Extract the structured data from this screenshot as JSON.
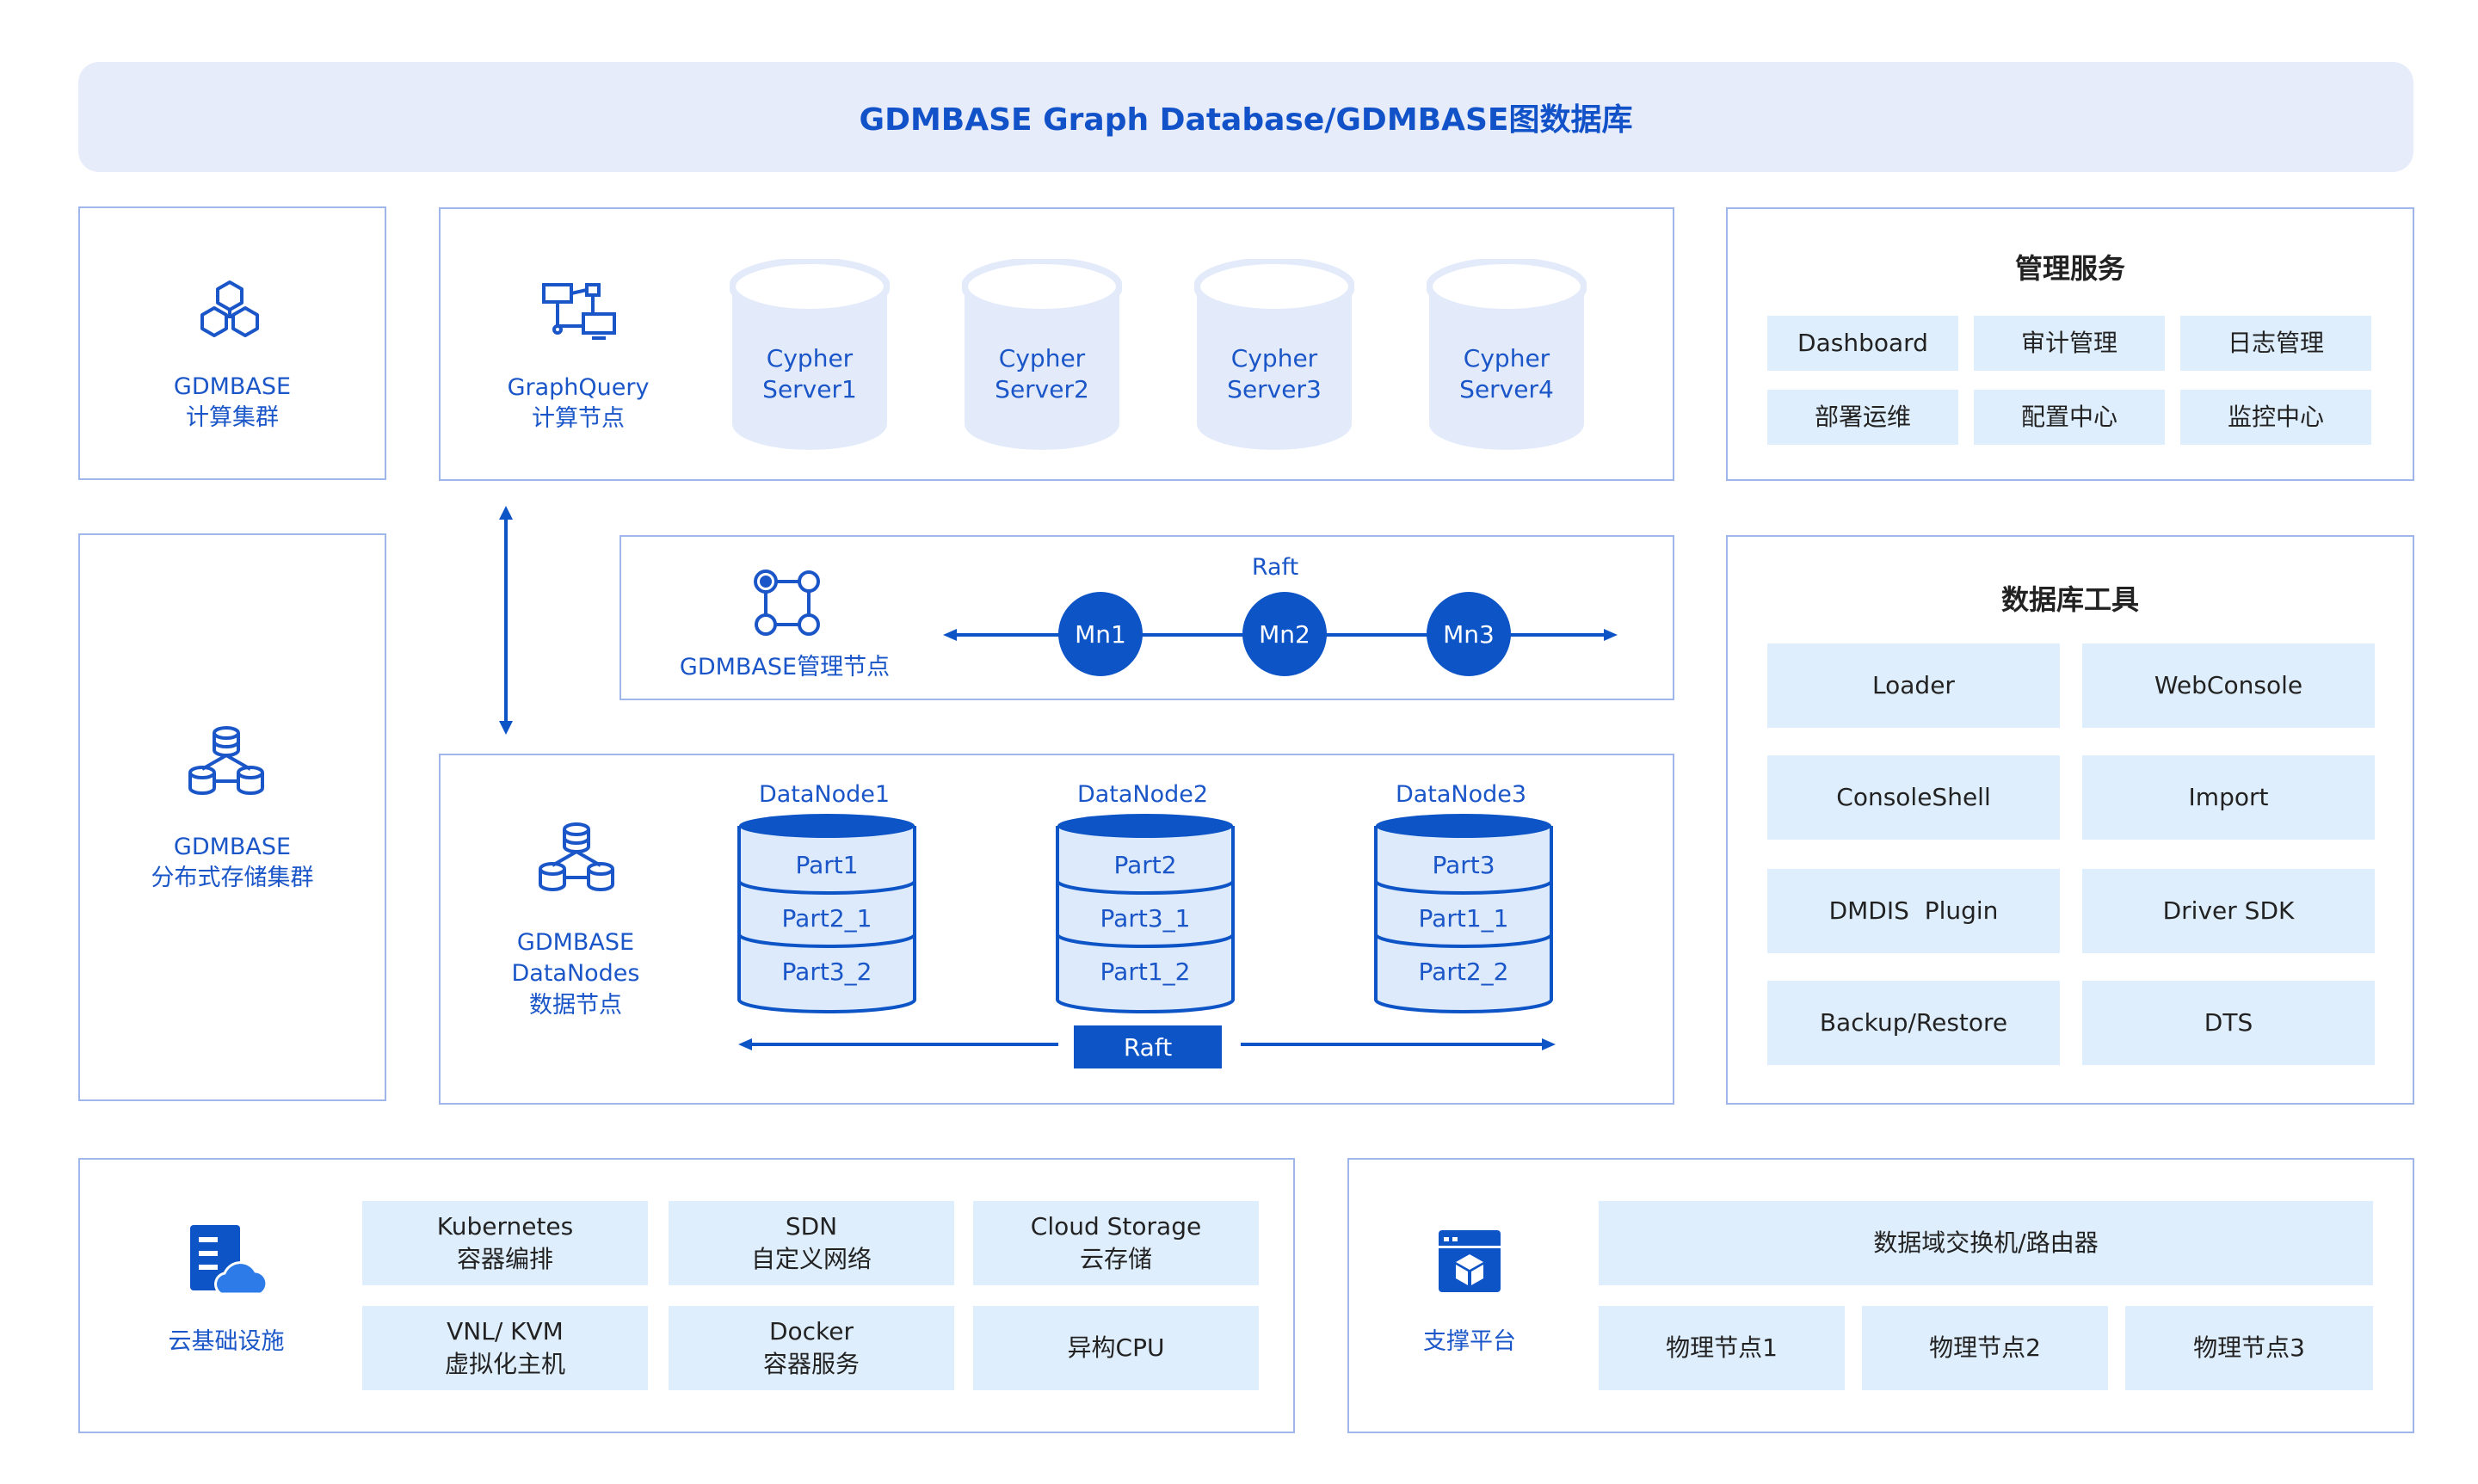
{
  "title": "GDMBASE Graph Database/GDMBASE图数据库",
  "compute_cluster": {
    "label": "GDMBASE\n计算集群"
  },
  "storage_cluster": {
    "label": "GDMBASE\n分布式存储集群"
  },
  "graphquery": {
    "label": "GraphQuery\n计算节点",
    "servers": [
      "Cypher\nServer1",
      "Cypher\nServer2",
      "Cypher\nServer3",
      "Cypher\nServer4"
    ]
  },
  "mgmt_nodes": {
    "label": "GDMBASE管理节点",
    "raft_label": "Raft",
    "nodes": [
      "Mn1",
      "Mn2",
      "Mn3"
    ]
  },
  "datanodes": {
    "label": "GDMBASE\nDataNodes\n数据节点",
    "raft_label": "Raft",
    "nodes": [
      {
        "name": "DataNode1",
        "parts": [
          "Part1",
          "Part2_1",
          "Part3_2"
        ]
      },
      {
        "name": "DataNode2",
        "parts": [
          "Part2",
          "Part3_1",
          "Part1_2"
        ]
      },
      {
        "name": "DataNode3",
        "parts": [
          "Part3",
          "Part1_1",
          "Part2_2"
        ]
      }
    ]
  },
  "management_services": {
    "title": "管理服务",
    "items": [
      "Dashboard",
      "审计管理",
      "日志管理",
      "部署运维",
      "配置中心",
      "监控中心"
    ]
  },
  "db_tools": {
    "title": "数据库工具",
    "items": [
      "Loader",
      "WebConsole",
      "ConsoleShell",
      "Import",
      "DMDIS  Plugin",
      "Driver SDK",
      "Backup/Restore",
      "DTS"
    ]
  },
  "cloud_infra": {
    "label": "云基础设施",
    "items": [
      "Kubernetes\n容器编排",
      "SDN\n自定义网络",
      "Cloud Storage\n云存储",
      "VNL/ KVM\n虚拟化主机",
      "Docker\n容器服务",
      "异构CPU"
    ]
  },
  "support_platform": {
    "label": "支撑平台",
    "switch": "数据域交换机/路由器",
    "nodes": [
      "物理节点1",
      "物理节点2",
      "物理节点3"
    ]
  },
  "colors": {
    "primary": "#0d54c7",
    "border": "#9fb6ea",
    "tile": "#dfeefd",
    "banner": "#e7ecfb"
  }
}
